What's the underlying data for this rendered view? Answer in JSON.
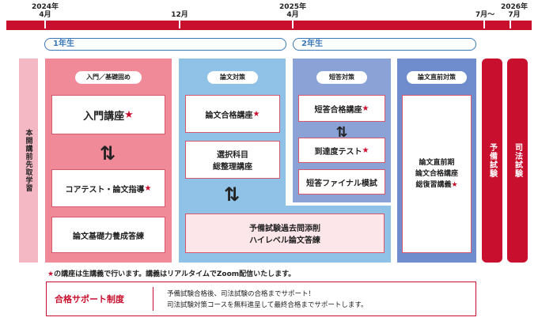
{
  "colors": {
    "timeline_red": "#c8102e",
    "year_blue": "#3a78b7",
    "pre_pink": "#f4b8c4",
    "col1_pink": "#f08a98",
    "col2_blue": "#8fc2e6",
    "col3_slate": "#8aa2d6",
    "col4_navy": "#6f8ccc",
    "box_border_red": "#d9576a"
  },
  "timeline": {
    "labels": [
      {
        "text": "2024年\n4月"
      },
      {
        "text": "12月"
      },
      {
        "text": "2025年\n4月"
      },
      {
        "text": "7月～"
      },
      {
        "text": "2026年\n7月"
      }
    ]
  },
  "years": {
    "y1": "1年生",
    "y2": "2年生"
  },
  "pre_study": "本開講前先取学習",
  "columns": {
    "col1": {
      "title": "入門／基礎固め",
      "box1": "入門講座",
      "box2": "コアテスト・論文指導",
      "box3": "論文基礎力養成答練"
    },
    "col2": {
      "title": "論文対策",
      "box1": "論文合格講座",
      "box2_line1": "選択科目",
      "box2_line2": "総整理講座",
      "box3_line1": "予備試験過去問添削",
      "box3_line2": "ハイレベル論文答練"
    },
    "col3": {
      "title": "短答対策",
      "box1": "短答合格講座",
      "box2": "到達度テスト",
      "box3": "短答ファイナル模試"
    },
    "col4": {
      "title": "論文直前対策",
      "box1_line1": "論文直前期",
      "box1_line2": "論文合格講座",
      "box1_line3": "総復習講義"
    }
  },
  "exams": {
    "yobi": "予備試験",
    "shiho": "司法試験"
  },
  "star_glyph": "★",
  "arrow_glyph": "⇅",
  "note": "の講座は生講義で行います。講義はリアルタイムでZoom配信いたします。",
  "support": {
    "label": "合格サポート制度",
    "line1": "予備試験合格後、司法試験の合格までサポート！",
    "line2": "司法試験対策コースを無料進呈して最終合格までサポートします。"
  }
}
